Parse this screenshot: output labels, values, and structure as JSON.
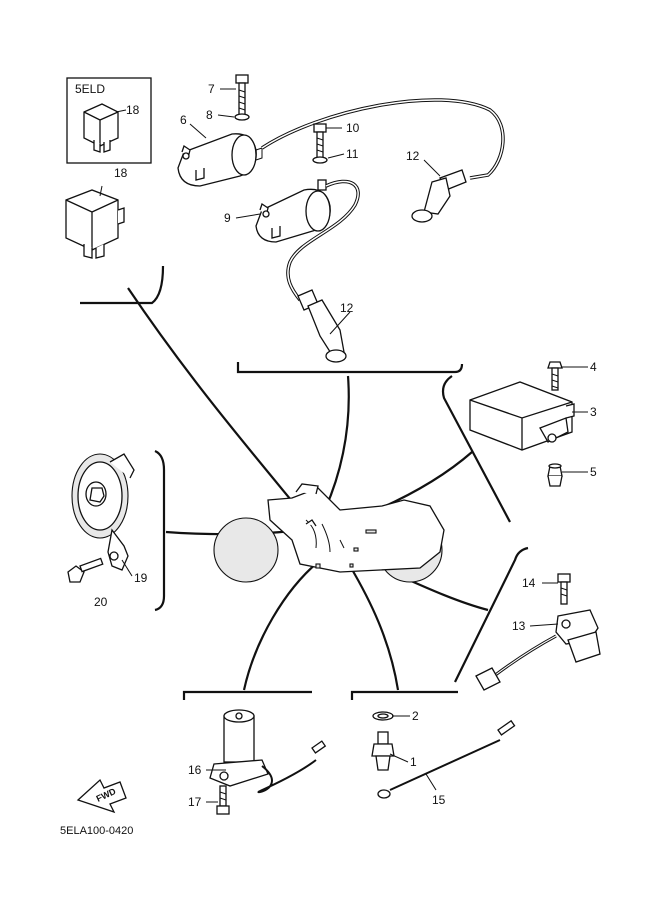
{
  "diagram": {
    "code": "5ELA100-0420",
    "variant_box_label": "5ELD",
    "fwd_label": "FWD",
    "callouts": {
      "c1": "1",
      "c2": "2",
      "c3": "3",
      "c4": "4",
      "c5": "5",
      "c6": "6",
      "c7": "7",
      "c8": "8",
      "c9": "9",
      "c10": "10",
      "c11": "11",
      "c12a": "12",
      "c12b": "12",
      "c13": "13",
      "c14": "14",
      "c15": "15",
      "c16": "16",
      "c17": "17",
      "c18a": "18",
      "c18b": "18",
      "c19": "19",
      "c20": "20"
    }
  }
}
